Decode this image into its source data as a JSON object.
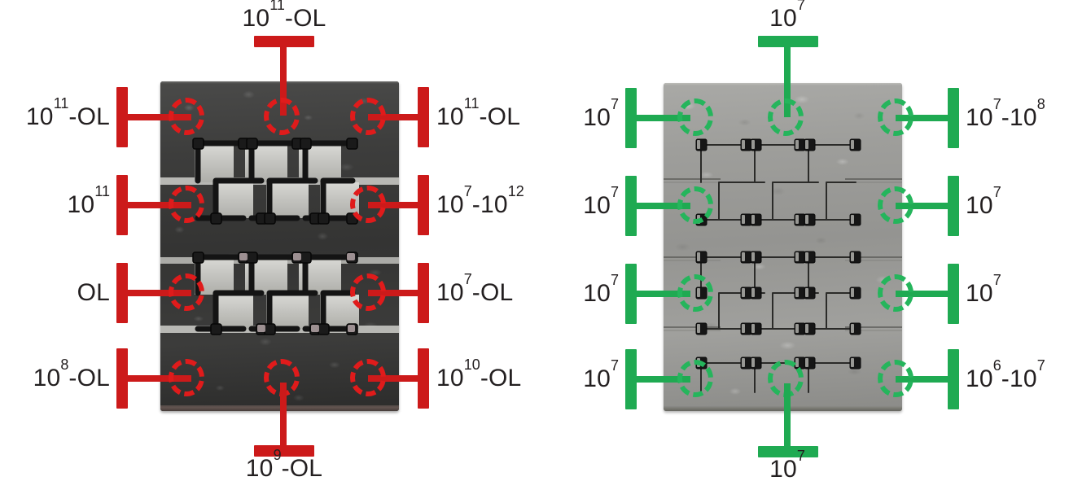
{
  "figure": {
    "type": "annotated-photo-pair",
    "description": "Two photographed circuit-board samples annotated with resistance-measurement callouts",
    "panels": [
      {
        "id": "left",
        "name": "dark-board",
        "accent_color": "#cc1a1a",
        "board_finish": "dark charcoal surface with light grey exposed pads",
        "markers": [
          {
            "id": "top",
            "side": "top",
            "row": 0,
            "label": "10¹¹-OL",
            "base": "10",
            "exp": "11",
            "suffix": "-OL",
            "text": "1011-OL"
          },
          {
            "id": "left-row1",
            "side": "left",
            "row": 1,
            "label": "10¹¹-OL",
            "base": "10",
            "exp": "11",
            "suffix": "-OL",
            "text": "1011-OL"
          },
          {
            "id": "right-row1",
            "side": "right",
            "row": 1,
            "label": "10¹¹-OL",
            "base": "10",
            "exp": "11",
            "suffix": "-OL",
            "text": "1011-OL"
          },
          {
            "id": "left-row2",
            "side": "left",
            "row": 2,
            "label": "10¹¹",
            "base": "10",
            "exp": "11",
            "suffix": "",
            "text": "1011"
          },
          {
            "id": "right-row2",
            "side": "right",
            "row": 2,
            "label": "10⁷-10¹²",
            "base": "10",
            "exp": "7",
            "suffix": "-10",
            "exp2": "12",
            "text": "107-1012"
          },
          {
            "id": "left-row3",
            "side": "left",
            "row": 3,
            "label": "OL",
            "base": "",
            "exp": "",
            "suffix": "OL",
            "text": "OL"
          },
          {
            "id": "right-row3",
            "side": "right",
            "row": 3,
            "label": "10⁷-OL",
            "base": "10",
            "exp": "7",
            "suffix": "-OL",
            "text": "107-OL"
          },
          {
            "id": "left-row4",
            "side": "left",
            "row": 4,
            "label": "10⁸-OL",
            "base": "10",
            "exp": "8",
            "suffix": "-OL",
            "text": "108-OL"
          },
          {
            "id": "right-row4",
            "side": "right",
            "row": 4,
            "label": "10¹⁰-OL",
            "base": "10",
            "exp": "10",
            "suffix": "-OL",
            "text": "1010-OL"
          },
          {
            "id": "bottom",
            "side": "bottom",
            "row": 5,
            "label": "10⁹-OL",
            "base": "10",
            "exp": "9",
            "suffix": "-OL",
            "text": "109-OL"
          }
        ]
      },
      {
        "id": "right",
        "name": "light-board",
        "accent_color": "#1faa52",
        "board_finish": "light grey brushed surface with fine dark traces",
        "markers": [
          {
            "id": "top",
            "side": "top",
            "row": 0,
            "label": "10⁷",
            "base": "10",
            "exp": "7",
            "suffix": "",
            "text": "107"
          },
          {
            "id": "left-row1",
            "side": "left",
            "row": 1,
            "label": "10⁷",
            "base": "10",
            "exp": "7",
            "suffix": "",
            "text": "107"
          },
          {
            "id": "right-row1",
            "side": "right",
            "row": 1,
            "label": "10⁷-10⁸",
            "base": "10",
            "exp": "7",
            "suffix": "-10",
            "exp2": "8",
            "text": "107-108"
          },
          {
            "id": "left-row2",
            "side": "left",
            "row": 2,
            "label": "10⁷",
            "base": "10",
            "exp": "7",
            "suffix": "",
            "text": "107"
          },
          {
            "id": "right-row2",
            "side": "right",
            "row": 2,
            "label": "10⁷",
            "base": "10",
            "exp": "7",
            "suffix": "",
            "text": "107"
          },
          {
            "id": "left-row3",
            "side": "left",
            "row": 3,
            "label": "10⁷",
            "base": "10",
            "exp": "7",
            "suffix": "",
            "text": "107"
          },
          {
            "id": "right-row3",
            "side": "right",
            "row": 3,
            "label": "10⁷",
            "base": "10",
            "exp": "7",
            "suffix": "",
            "text": "107"
          },
          {
            "id": "left-row4",
            "side": "left",
            "row": 4,
            "label": "10⁷",
            "base": "10",
            "exp": "7",
            "suffix": "",
            "text": "107"
          },
          {
            "id": "right-row4",
            "side": "right",
            "row": 4,
            "label": "10⁶-10⁷",
            "base": "10",
            "exp": "6",
            "suffix": "-10",
            "exp2": "7",
            "text": "106-107"
          },
          {
            "id": "bottom",
            "side": "bottom",
            "row": 5,
            "label": "10⁷",
            "base": "10",
            "exp": "7",
            "suffix": "",
            "text": "107"
          }
        ]
      }
    ]
  },
  "labels": {
    "left": {
      "top": {
        "base": "10",
        "exp": "11",
        "tail": "-OL"
      },
      "left_row1": {
        "base": "10",
        "exp": "11",
        "tail": "-OL"
      },
      "right_row1": {
        "base": "10",
        "exp": "11",
        "tail": "-OL"
      },
      "left_row2": {
        "base": "10",
        "exp": "11",
        "tail": ""
      },
      "right_row2": {
        "base": "10",
        "exp": "7",
        "tail": "-10",
        "exp2": "12"
      },
      "left_row3": {
        "base": "",
        "exp": "",
        "tail": "OL"
      },
      "right_row3": {
        "base": "10",
        "exp": "7",
        "tail": "-OL"
      },
      "left_row4": {
        "base": "10",
        "exp": "8",
        "tail": "-OL"
      },
      "right_row4": {
        "base": "10",
        "exp": "10",
        "tail": "-OL"
      },
      "bottom": {
        "base": "10",
        "exp": "9",
        "tail": "-OL"
      }
    },
    "right": {
      "top": {
        "base": "10",
        "exp": "7",
        "tail": ""
      },
      "left_row1": {
        "base": "10",
        "exp": "7",
        "tail": ""
      },
      "right_row1": {
        "base": "10",
        "exp": "7",
        "tail": "-10",
        "exp2": "8"
      },
      "left_row2": {
        "base": "10",
        "exp": "7",
        "tail": ""
      },
      "right_row2": {
        "base": "10",
        "exp": "7",
        "tail": ""
      },
      "left_row3": {
        "base": "10",
        "exp": "7",
        "tail": ""
      },
      "right_row3": {
        "base": "10",
        "exp": "7",
        "tail": ""
      },
      "left_row4": {
        "base": "10",
        "exp": "7",
        "tail": ""
      },
      "right_row4": {
        "base": "10",
        "exp": "6",
        "tail": "-10",
        "exp2": "7"
      },
      "bottom": {
        "base": "10",
        "exp": "7",
        "tail": ""
      }
    }
  },
  "colors": {
    "red_accent": "#cc1a1a",
    "red_ring": "#e01b1b",
    "green_accent": "#1faa52",
    "green_ring": "#25b55c",
    "text": "#231f20",
    "background": "#ffffff"
  }
}
